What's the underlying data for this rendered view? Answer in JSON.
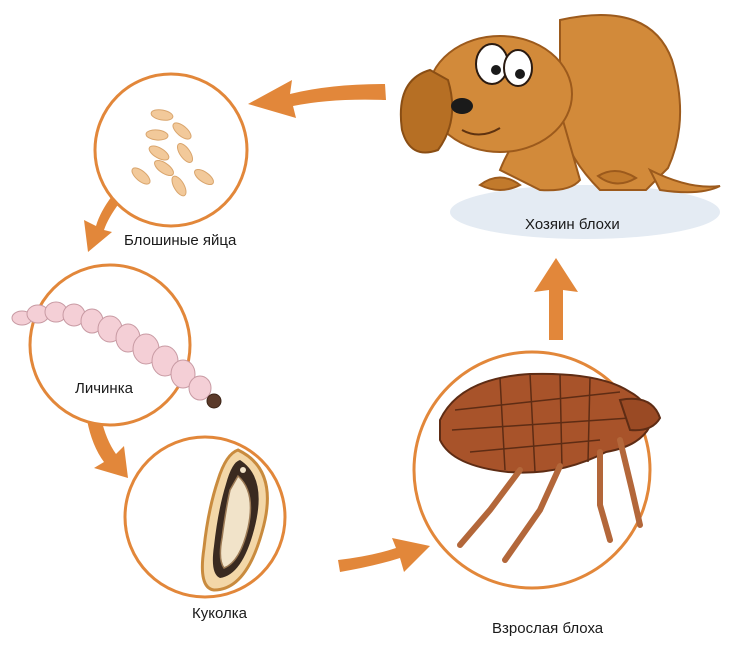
{
  "labels": {
    "eggs": "Блошиные яйца",
    "larva": "Личинка",
    "pupa": "Куколка",
    "adult": "Взрослая блоха",
    "host": "Хозяин блохи"
  },
  "colors": {
    "arrow": "#e2873a",
    "circle_stroke": "#e2873a",
    "egg": "#f2c99a",
    "larva": "#f4cfd6",
    "pupa_shell": "#c98b3e",
    "flea": "#a8532a",
    "dog": "#d28a3a",
    "shadow": "#e4ebf3"
  },
  "icons": [
    "egg-icon",
    "larva-icon",
    "pupa-icon",
    "flea-icon",
    "dog-icon"
  ]
}
